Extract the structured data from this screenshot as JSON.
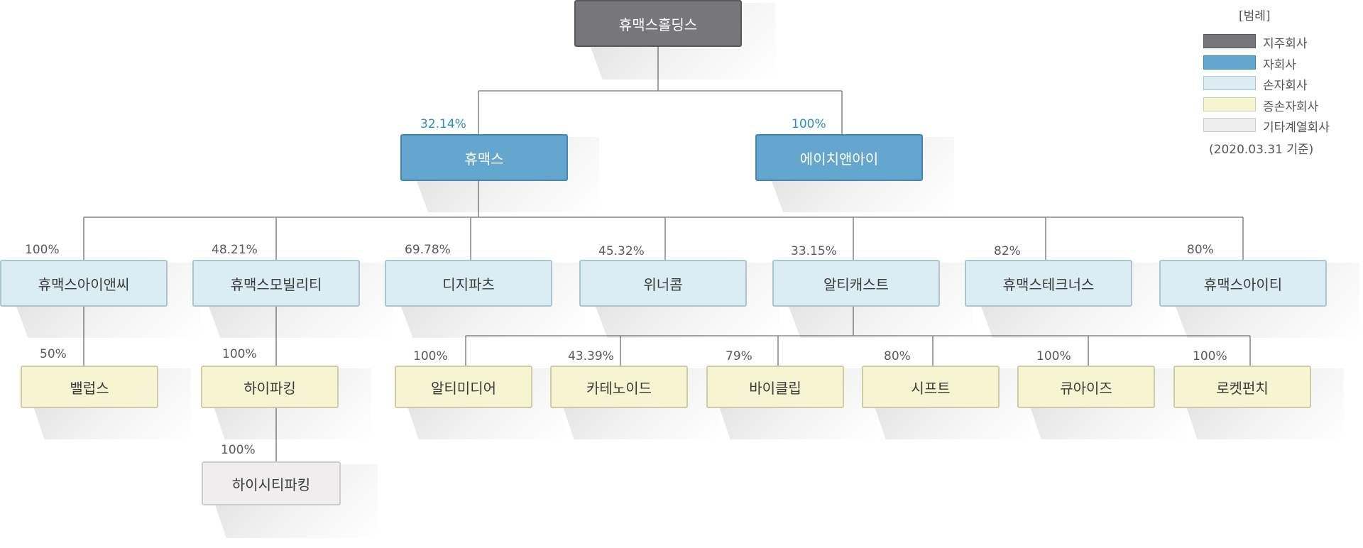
{
  "colors": {
    "holding": "#77777b",
    "subsidiary": "#64a6cd",
    "grand_subsidiary": "#d9edf3",
    "great_grand_subsidiary": "#f6f4d1",
    "affiliate": "#efedee",
    "line": "#8a8a8a",
    "percent_highlight": "#2f8fc4"
  },
  "nodes": {
    "root": {
      "name": "휴맥스홀딩스",
      "type": "holding"
    },
    "humax": {
      "name": "휴맥스",
      "type": "subsidiary",
      "pct": "32.14%"
    },
    "hni": {
      "name": "에이치앤아이",
      "type": "subsidiary",
      "pct": "100%"
    },
    "humax_inc": {
      "name": "휴맥스아이앤씨",
      "type": "grand_subsidiary",
      "pct": "100%"
    },
    "humax_mobility": {
      "name": "휴맥스모빌리티",
      "type": "grand_subsidiary",
      "pct": "48.21%"
    },
    "digiparts": {
      "name": "디지파츠",
      "type": "grand_subsidiary",
      "pct": "69.78%"
    },
    "winnercom": {
      "name": "위너콤",
      "type": "grand_subsidiary",
      "pct": "45.32%"
    },
    "alticast": {
      "name": "알티캐스트",
      "type": "grand_subsidiary",
      "pct": "33.15%"
    },
    "humax_technus": {
      "name": "휴맥스테크너스",
      "type": "grand_subsidiary",
      "pct": "82%"
    },
    "humax_it": {
      "name": "휴맥스아이티",
      "type": "grand_subsidiary",
      "pct": "80%"
    },
    "valups": {
      "name": "밸럽스",
      "type": "great_grand_subsidiary",
      "pct": "50%"
    },
    "hiparking": {
      "name": "하이파킹",
      "type": "great_grand_subsidiary",
      "pct": "100%"
    },
    "hicityparking": {
      "name": "하이시티파킹",
      "type": "affiliate",
      "pct": "100%"
    },
    "altimedia": {
      "name": "알티미디어",
      "type": "great_grand_subsidiary",
      "pct": "100%"
    },
    "catenoid": {
      "name": "카테노이드",
      "type": "great_grand_subsidiary",
      "pct": "43.39%"
    },
    "viclip": {
      "name": "바이클립",
      "type": "great_grand_subsidiary",
      "pct": "79%"
    },
    "sift": {
      "name": "시프트",
      "type": "great_grand_subsidiary",
      "pct": "80%"
    },
    "qeyes": {
      "name": "큐아이즈",
      "type": "great_grand_subsidiary",
      "pct": "100%"
    },
    "rocketpunch": {
      "name": "로켓펀치",
      "type": "great_grand_subsidiary",
      "pct": "100%"
    }
  },
  "legend": {
    "title": "[범례]",
    "items": [
      {
        "label": "지주회사",
        "color": "#77777b"
      },
      {
        "label": "자회사",
        "color": "#64a6cd"
      },
      {
        "label": "손자회사",
        "color": "#d9edf3"
      },
      {
        "label": "증손자회사",
        "color": "#f6f4d1"
      },
      {
        "label": "기타계열회사",
        "color": "#efedee"
      }
    ],
    "note": "(2020.03.31 기준)"
  }
}
